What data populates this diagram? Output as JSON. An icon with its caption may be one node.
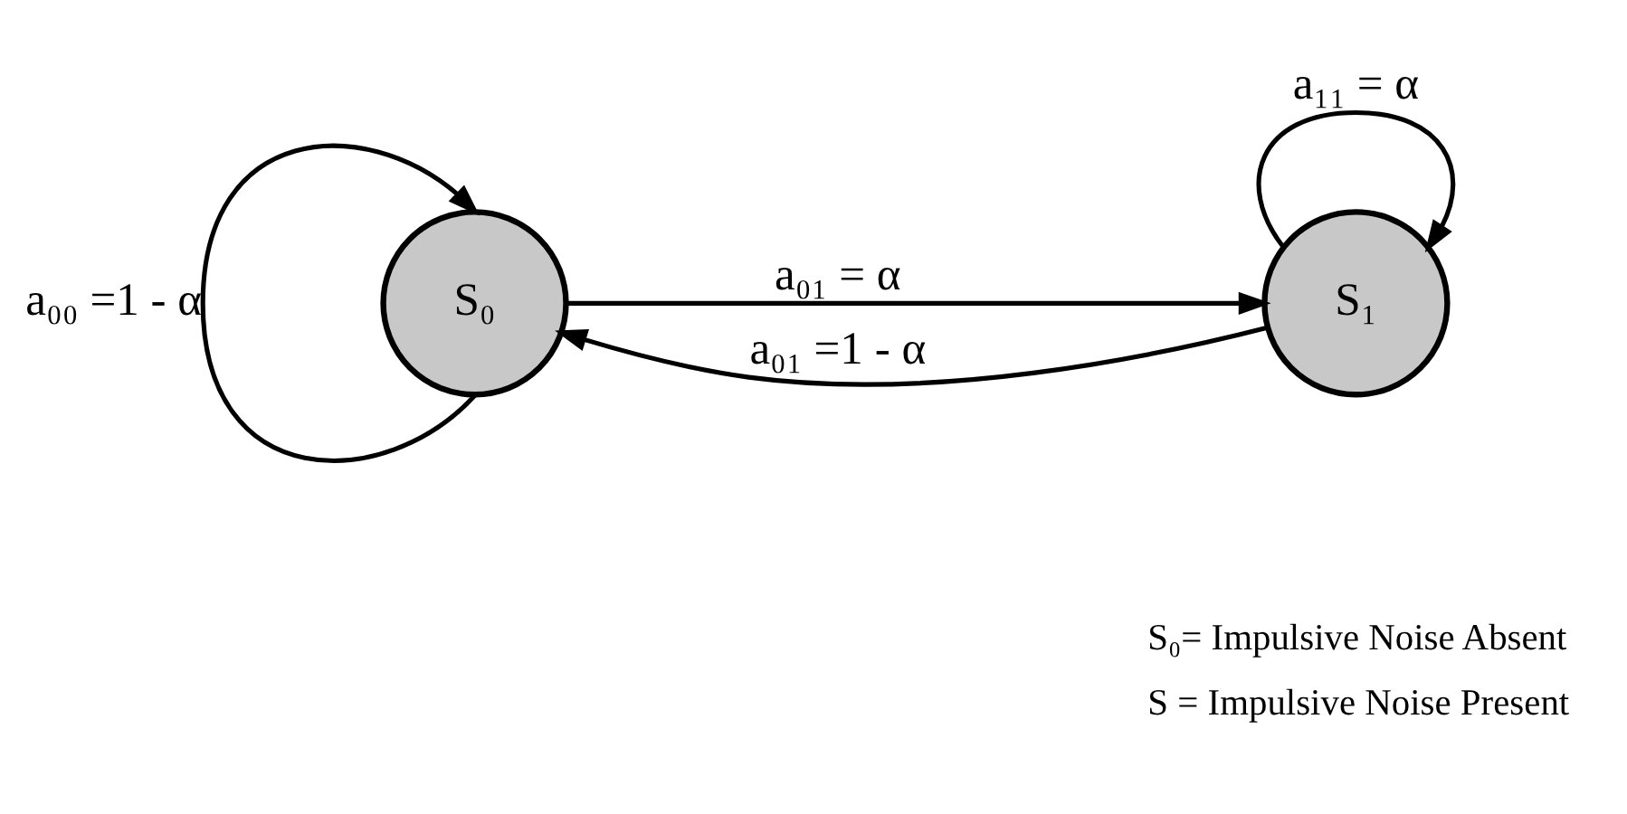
{
  "diagram": {
    "nodes": [
      {
        "text": [
          "S₀"
        ]
      },
      {
        "text": [
          "S₁"
        ]
      }
    ],
    "edges": [
      {
        "from": 0,
        "to": 1,
        "arrow": "to",
        "label": "a₀₁ = α"
      },
      {
        "from": 1,
        "to": 0,
        "arrow": "to",
        "label": "a₀₁ =1 - α"
      },
      {
        "from": 0,
        "to": 0,
        "arrow": "to",
        "label": "a₀₀ =1 - α"
      },
      {
        "from": 1,
        "to": 1,
        "arrow": "to",
        "label": "a₁₁ = α"
      }
    ],
    "labels": [
      "S₀= Impulsive Noise Absent",
      "S = Impulsive Noise Present"
    ]
  }
}
